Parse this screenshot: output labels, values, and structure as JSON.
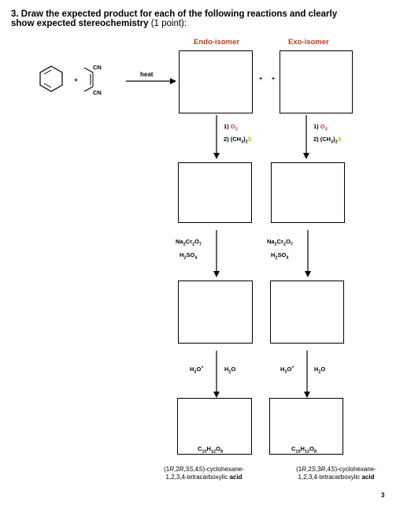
{
  "question": {
    "line1": "3. Draw the expected product for each of the following reactions and clearly",
    "line2_bold": "show expected stereochemistry",
    "line2_points": " (1 point):"
  },
  "headers": {
    "endo": "Endo-isomer",
    "exo": "Exo-isomer"
  },
  "reactant": {
    "cn_top": "CN",
    "cn_bottom": "CN",
    "plus": "+"
  },
  "arrow_label": "heat",
  "box_plus": "+",
  "step1": {
    "line1_prefix": "1) ",
    "o": "O",
    "o_sub": "3",
    "line2_prefix": "2) (CH",
    "ch_sub": "3",
    "paren": ")",
    "s_sub": "2",
    "s": "S"
  },
  "step2": {
    "na": "Na",
    "na_sub": "2",
    "cr": "Cr",
    "cr_sub": "2",
    "o": "O",
    "o_sub": "7",
    "h": "H",
    "h_sub": "2",
    "so": "SO",
    "so_sub": "4"
  },
  "step3": {
    "h": "H",
    "h_sub": "3",
    "o": "O",
    "sup": "+",
    "water_h": "H",
    "water_sub": "2",
    "water_o": "O"
  },
  "formula": {
    "c": "C",
    "c_sub": "10",
    "h": "H",
    "h_sub": "12",
    "o": "O",
    "o_sub": "8"
  },
  "names": {
    "left": {
      "open": "(1",
      "r1": "R",
      "c2": ",2",
      "r2": "R",
      "c3": ",3",
      "s1": "S",
      "c4": ",4",
      "s2": "S",
      "close": ")-cyclohexane-",
      "line2": "1,2,3,4-tetracarboxylic ",
      "acid": "acid"
    },
    "right": {
      "open": "(1",
      "r1": "R",
      "c2": ",2",
      "s1": "S",
      "c3": ",3",
      "r2": "R",
      "c4": ",4",
      "s2": "S",
      "close": ")-cyclohexane-",
      "line2": "1,2,3,4-tetracarboxylic ",
      "acid": "acid"
    }
  },
  "page_number": "3"
}
